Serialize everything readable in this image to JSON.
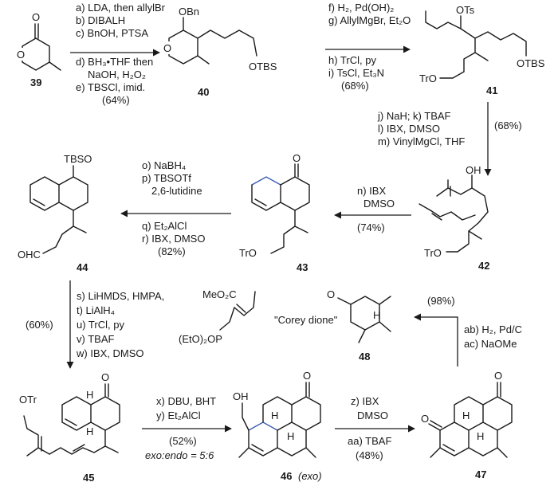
{
  "compounds": {
    "c39": "39",
    "c40": "40",
    "c41": "41",
    "c42": "42",
    "c43": "43",
    "c44": "44",
    "c45": "45",
    "c46": "46",
    "c46_note": "(exo)",
    "c47": "47",
    "c48": "48"
  },
  "atoms": {
    "O": "O",
    "OBn": "OBn",
    "OTBS": "OTBS",
    "OTs": "OTs",
    "TrO": "TrO",
    "OH": "OH",
    "TBSO": "TBSO",
    "OHC": "OHC",
    "OTr": "OTr",
    "H": "H",
    "ester_top": "MeO₂C",
    "ester_bottom": "(EtO)₂OP"
  },
  "steps": {
    "s1": [
      "a) LDA, then allylBr",
      "b) DIBALH",
      "c) BnOH, PTSA",
      "d) BH₃•THF then",
      "NaOH, H₂O₂",
      "e) TBSCl, imid.",
      "(64%)"
    ],
    "s2": [
      "f) H₂, Pd(OH)₂",
      "g) AllylMgBr, Et₂O",
      "h) TrCl, py",
      "i) TsCl, Et₃N",
      "(68%)"
    ],
    "s3": [
      "j) NaH; k) TBAF",
      "l) IBX, DMSO",
      "m) VinylMgCl, THF"
    ],
    "s3_yield": "(68%)",
    "s4": [
      "n) IBX",
      "DMSO",
      "(74%)"
    ],
    "s5_top": [
      "o) NaBH₄",
      "p) TBSOTf",
      "2,6-lutidine"
    ],
    "s5_bottom": [
      "q) Et₂AlCl",
      "r) IBX, DMSO",
      "(82%)"
    ],
    "s6": [
      "s) LiHMDS, HMPA,",
      "t) LiAlH₄",
      "u) TrCl, py",
      "v) TBAF",
      "w) IBX, DMSO"
    ],
    "s6_yield": "(60%)",
    "s7_top": [
      "x) DBU, BHT",
      "y) Et₂AlCl"
    ],
    "s7_bottom": [
      "(52%)",
      "exo:endo = 5:6"
    ],
    "s8_top": [
      "z) IBX",
      "DMSO"
    ],
    "s8_bottom": [
      "aa) TBAF",
      "(48%)"
    ],
    "s9": [
      "ab) H₂, Pd/C",
      "ac) NaOMe"
    ],
    "s9_yield": "(98%)",
    "corey": "\"Corey dione\""
  }
}
